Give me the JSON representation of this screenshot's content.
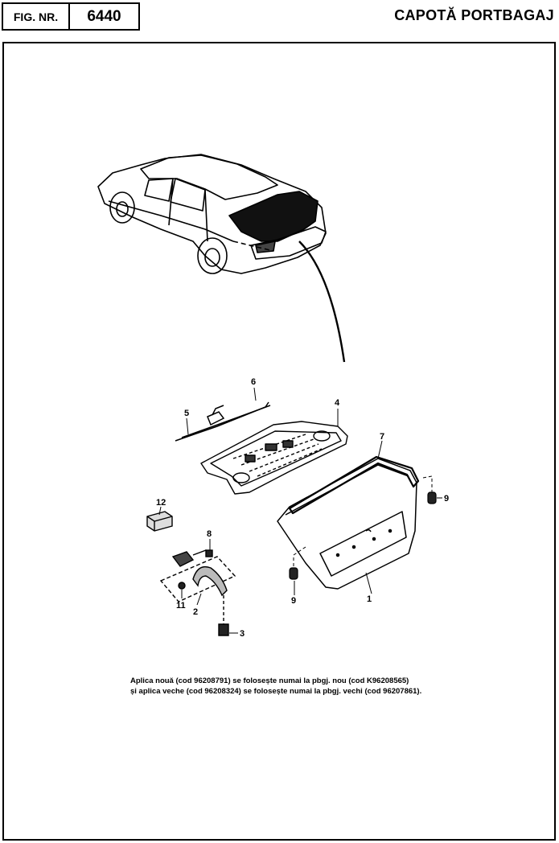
{
  "header": {
    "fig_label": "FIG. NR.",
    "fig_number": "6440",
    "title": "CAPOTĂ PORTBAGAJ"
  },
  "callouts": {
    "c1": "1",
    "c2": "2",
    "c3": "3",
    "c4": "4",
    "c5": "5",
    "c6": "6",
    "c7": "7",
    "c8": "8",
    "c9a": "9",
    "c9b": "9",
    "c11": "11",
    "c12": "12"
  },
  "note": {
    "line1": "Aplica nouă (cod 96208791) se folosește numai la pbgj. nou (cod K96208565)",
    "line2": "și aplica veche (cod 96208324) se folosește numai la pbgj. vechi (cod 96207861)."
  }
}
